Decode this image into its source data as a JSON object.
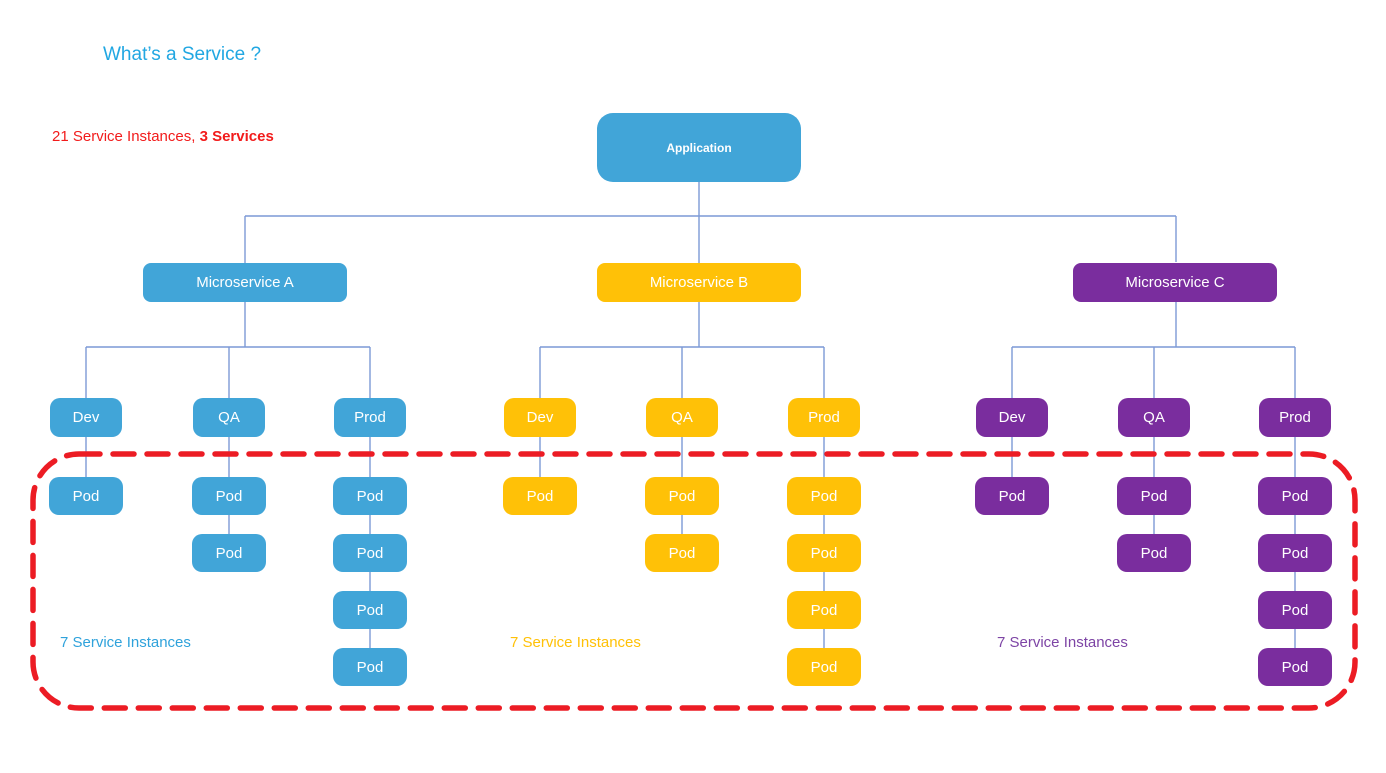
{
  "title": {
    "text": "What’s a Service ?",
    "color": "#21A7E2"
  },
  "summary": {
    "prefix": "21 Service Instances, ",
    "bold": "3 Services",
    "color": "#F21B1B",
    "total_instances": 21,
    "total_services": 3
  },
  "application": {
    "label": "Application",
    "color": "#41A5D8"
  },
  "connector_color": "#7C99D6",
  "boundary": {
    "color": "#EC1C24",
    "style": "dashed"
  },
  "services": [
    {
      "label": "Microservice A",
      "color": "#41A5D8",
      "instances_label": "7 Service Instances",
      "instances_color": "#2FA2DB",
      "instances_count": 7,
      "environments": [
        {
          "label": "Dev",
          "pods": [
            "Pod"
          ]
        },
        {
          "label": "QA",
          "pods": [
            "Pod",
            "Pod"
          ]
        },
        {
          "label": "Prod",
          "pods": [
            "Pod",
            "Pod",
            "Pod",
            "Pod"
          ]
        }
      ]
    },
    {
      "label": "Microservice B",
      "color": "#FFC107",
      "instances_label": "7 Service Instances",
      "instances_color": "#FFC107",
      "instances_count": 7,
      "environments": [
        {
          "label": "Dev",
          "pods": [
            "Pod"
          ]
        },
        {
          "label": "QA",
          "pods": [
            "Pod",
            "Pod"
          ]
        },
        {
          "label": "Prod",
          "pods": [
            "Pod",
            "Pod",
            "Pod",
            "Pod"
          ]
        }
      ]
    },
    {
      "label": "Microservice C",
      "color": "#7A2D9E",
      "instances_label": "7 Service Instances",
      "instances_color": "#7D44A5",
      "instances_count": 7,
      "environments": [
        {
          "label": "Dev",
          "pods": [
            "Pod"
          ]
        },
        {
          "label": "QA",
          "pods": [
            "Pod",
            "Pod"
          ]
        },
        {
          "label": "Prod",
          "pods": [
            "Pod",
            "Pod",
            "Pod",
            "Pod"
          ]
        }
      ]
    }
  ]
}
